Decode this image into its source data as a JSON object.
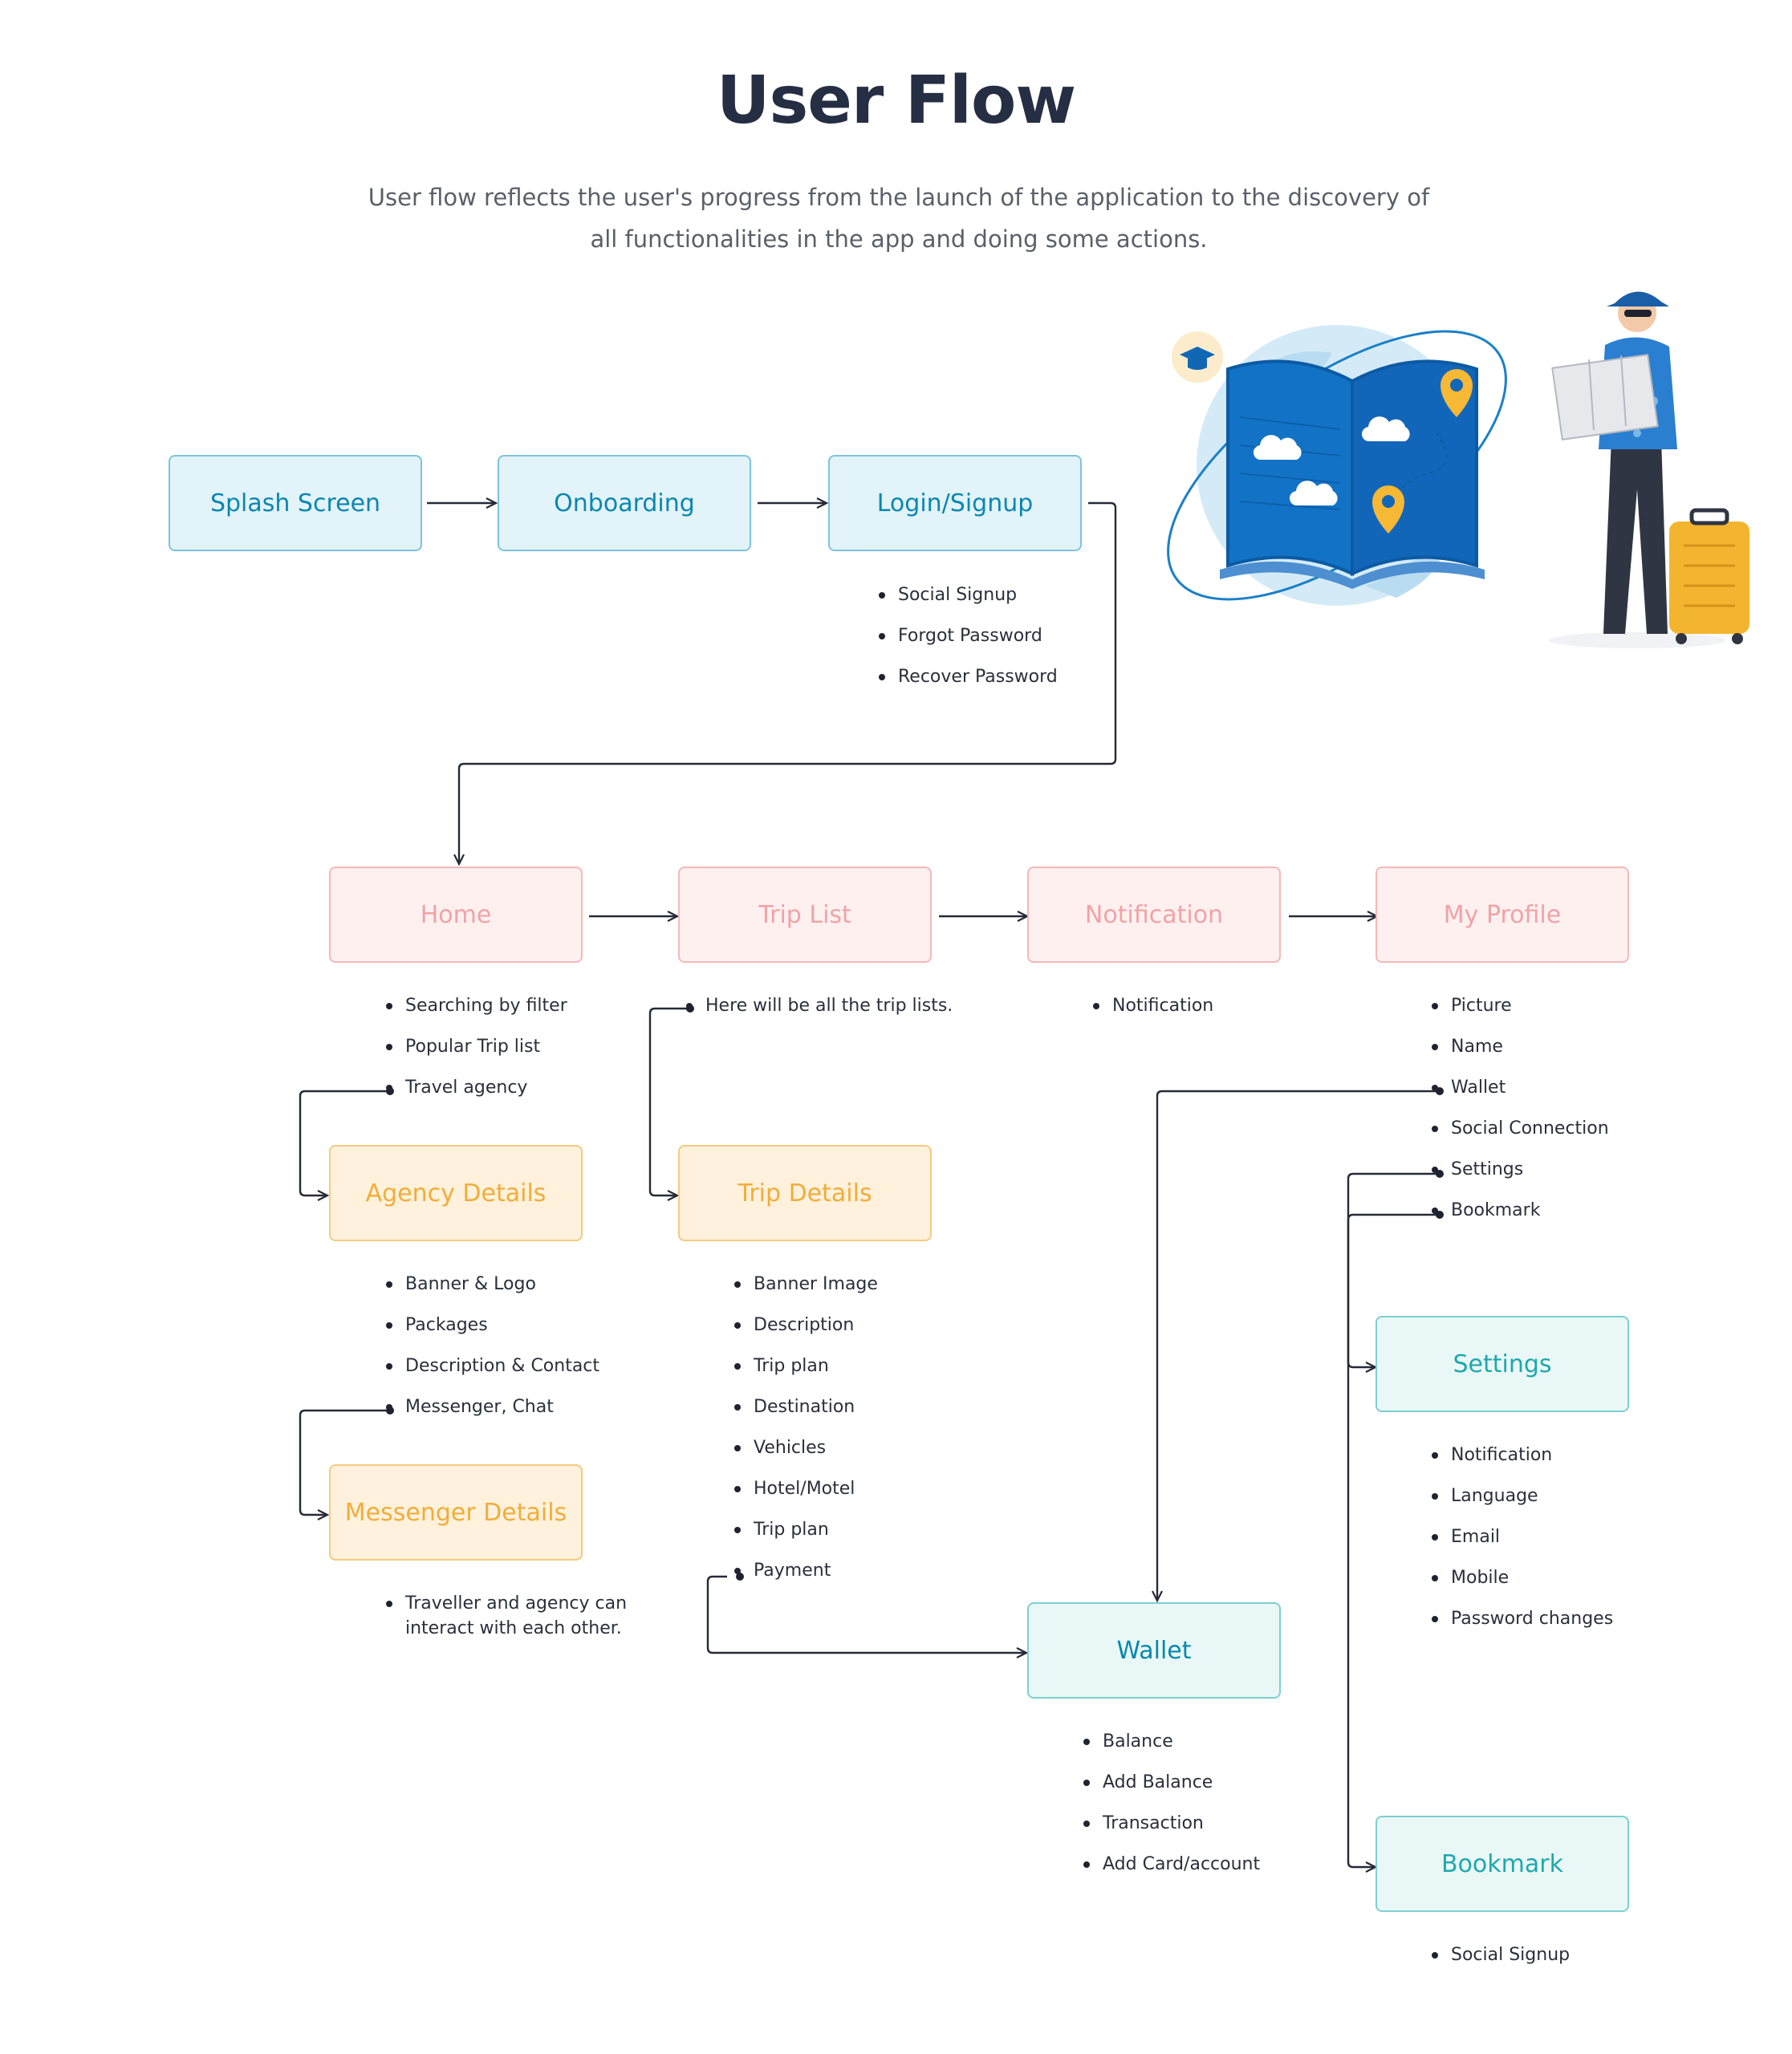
{
  "header": {
    "title": "User Flow",
    "subtitle": "User flow reflects the user's progress from the launch of the application to the discovery of all functionalities in the app and doing some actions."
  },
  "colors": {
    "blue_text": "#0a87b0",
    "pink_text": "#f0a3a6",
    "orange_text": "#f1ad3a",
    "teal_text": "#1fa8ad",
    "connector": "#262a36"
  },
  "illustration": {
    "icon": "traveler-with-map-and-globe-icon"
  },
  "nodes": {
    "splash": "Splash Screen",
    "onboarding": "Onboarding",
    "login": "Login/Signup",
    "home": "Home",
    "trip_list": "Trip List",
    "notification": "Notification",
    "my_profile": "My Profile",
    "agency_details": "Agency Details",
    "trip_details": "Trip Details",
    "messenger_details": "Messenger Details",
    "settings": "Settings",
    "wallet": "Wallet",
    "bookmark": "Bookmark"
  },
  "lists": {
    "login": [
      "Social Signup",
      "Forgot Password",
      "Recover Password"
    ],
    "home": [
      "Searching by filter",
      "Popular Trip list",
      "Travel agency"
    ],
    "trip_list": [
      "Here will be all the trip lists."
    ],
    "notification": [
      "Notification"
    ],
    "my_profile": [
      "Picture",
      "Name",
      "Wallet",
      "Social Connection",
      "Settings",
      "Bookmark"
    ],
    "agency_details": [
      "Banner & Logo",
      "Packages",
      "Description & Contact",
      "Messenger, Chat"
    ],
    "trip_details": [
      "Banner Image",
      "Description",
      "Trip plan",
      "Destination",
      "Vehicles",
      "Hotel/Motel",
      "Trip plan",
      "Payment"
    ],
    "messenger_details": [
      "Traveller and agency can interact with each other."
    ],
    "settings": [
      "Notification",
      "Language",
      "Email",
      "Mobile",
      "Password changes"
    ],
    "wallet": [
      "Balance",
      "Add Balance",
      "Transaction",
      "Add Card/account"
    ],
    "bookmark": [
      "Social Signup"
    ]
  }
}
